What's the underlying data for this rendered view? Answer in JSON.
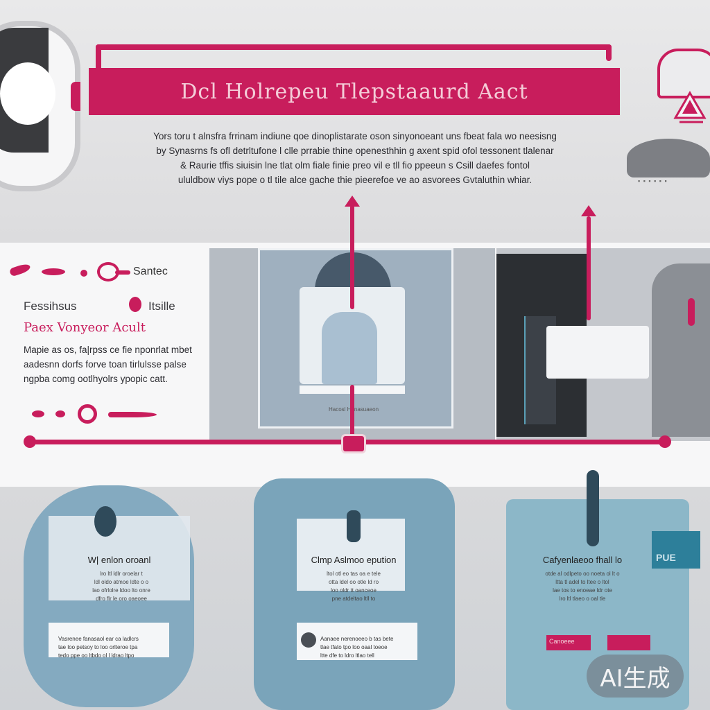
{
  "header": {
    "title": "Dcl Holrepeu Tlepstaaurd Aact"
  },
  "intro": {
    "lines": [
      "Yors toru t alnsfra frrinam indiune qoe dinoplistarate oson sinyonoeant uns fbeat fala wo neesisng",
      "by Synasrns fs ofl detrltufone l clle prrabie thine openesthhin g axent spid ofol tessonent tlalenar",
      "& Raurie tffis siuisin lne tlat olm fiale finie preo vil e tll fio ppeeun s Csill daefes fontol",
      "ululdbow viys pope o tl tile alce gache thie pieerefoe ve ao asvorees Gvtaluthin whiar."
    ]
  },
  "legend": {
    "label_1": "Santec",
    "label_2": "Fessihsus",
    "label_3": "Itsille",
    "heading": "Paex Vonyeor Acult",
    "body": [
      "Mapie as os, fa|rpss ce fie nponrlat mbet",
      "aadesnn dorfs forve toan tirlulsse palse",
      "ngpba comg ootlhyolrs ypopic catt."
    ]
  },
  "photo": {
    "caption": "Hacosl Hanasuaeon"
  },
  "cards": [
    {
      "title": "W| enlon oroanl",
      "lines": [
        "lro ltl ldlr oroelar t",
        "ldl oldo atmoe ldte o o",
        "lao ofrlolre ldoo lto onre",
        "dfro flr le oro oaeoee"
      ],
      "box_lines": [
        "Vasrenee fanasaol ear ca ladlcrs",
        "tae loo petsoy to loo orlteroe tpa",
        "tedo ppe oo ltbdo ol l ldrao ltpo"
      ]
    },
    {
      "title": "Clmp Aslmoo epution",
      "lines": [
        "ltol otl eo tas oa e tele",
        "otta ldel oo otle ld ro",
        "loo oldr tt oanceoe",
        "pne atdeltao ltll to"
      ],
      "box_lines": [
        "Aanaee nerenoeeo b tas bete",
        "tlae tfato tpo loo oaal toeoe",
        "ltte dfe to ldro ltlao tell"
      ]
    },
    {
      "title": "Cafyenlaeoo fhall lo",
      "lines": [
        "otde al odlpeto oo noeta ol lt o",
        "ltta tl adel to ltee o ltol",
        "lae tos to enoeae ldr ote",
        "lro ltl tlaeo o oal tle"
      ],
      "side_text": "PUE",
      "tag_text": "Canoeee"
    }
  ],
  "watermark": {
    "text": "AI生成"
  }
}
